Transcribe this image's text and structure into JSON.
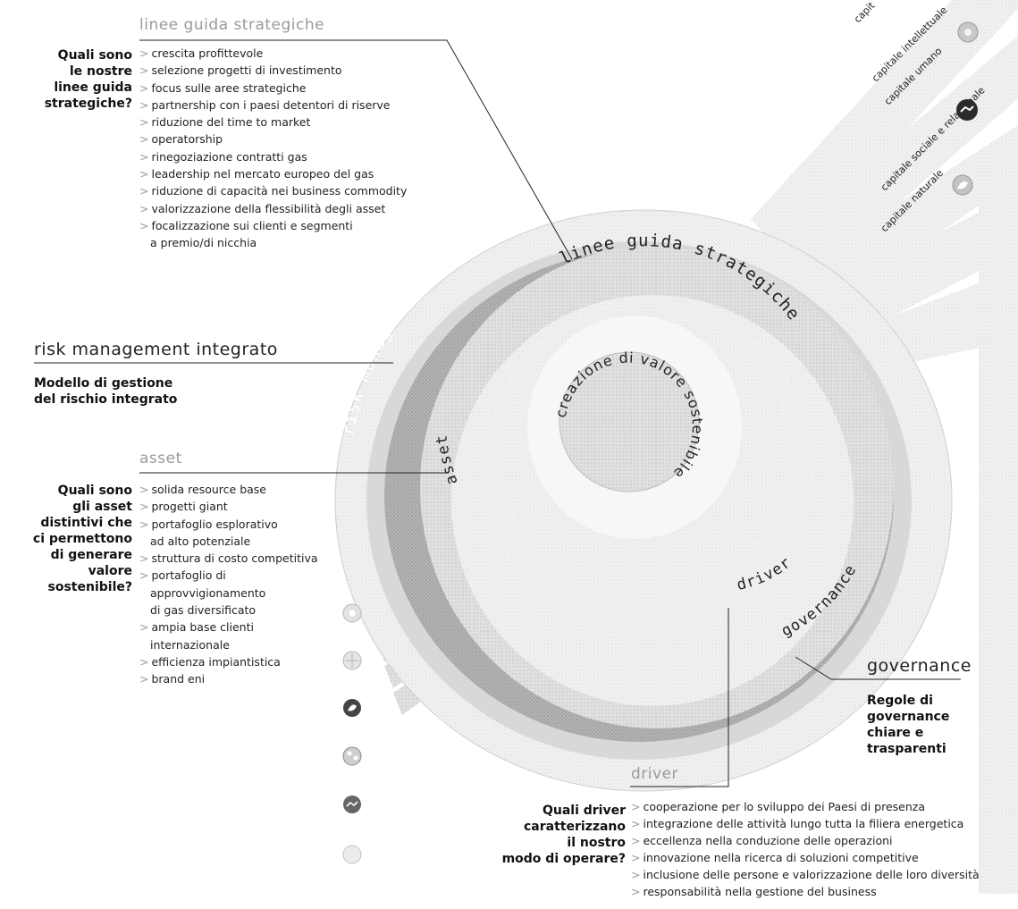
{
  "colors": {
    "ring_outer": "#d6d6d6",
    "ring_mid": "#e6e6e6",
    "ring_light": "#f1f1f1",
    "band_dark": "#a8a8a8",
    "center": "#cfcfcf",
    "text_grey": "#9a9a9a",
    "icon_dark": "#2b2b2b"
  },
  "diagram": {
    "center_label": "creazione di valore sostenibile",
    "ring_linee": "linee guida strategiche",
    "ring_risk": "risk management integrato",
    "ring_asset": "asset",
    "ring_driver": "driver",
    "ring_governance": "governance",
    "capitals": [
      {
        "label": "capitale intellettuale",
        "icon": "gear-icon"
      },
      {
        "label": "capitale umano",
        "icon": "people-icon"
      },
      {
        "label": "capitale sociale e relazionale",
        "icon": "handshake-icon"
      },
      {
        "label": "capitale naturale",
        "icon": "leaf-icon"
      }
    ],
    "capital_top_partial": "capit",
    "left_icons": [
      "gear-icon",
      "globe-icon",
      "leaf-icon",
      "people-icon",
      "handshake-icon",
      "coins-icon"
    ]
  },
  "linee_guida": {
    "title": "linee guida strategiche",
    "question": [
      "Quali sono",
      "le nostre",
      "linee guida",
      "strategiche?"
    ],
    "items": [
      "crescita profittevole",
      "selezione progetti di investimento",
      "focus sulle aree strategiche",
      "partnership con i paesi detentori di riserve",
      "riduzione del time to market",
      "operatorship",
      "rinegoziazione contratti gas",
      "leadership nel mercato europeo del gas",
      "riduzione di capacità nei business commodity",
      "valorizzazione della flessibilità degli asset",
      "focalizzazione sui clienti e segmenti",
      "a premio/di nicchia"
    ]
  },
  "risk": {
    "title": "risk management integrato",
    "desc": [
      "Modello di gestione",
      "del rischio integrato"
    ]
  },
  "asset": {
    "title": "asset",
    "question": [
      "Quali sono",
      "gli asset",
      "distintivi che",
      "ci permettono",
      "di generare",
      "valore",
      "sostenibile?"
    ],
    "items": [
      "solida resource base",
      "progetti giant",
      "portafoglio esplorativo",
      "ad alto potenziale",
      "struttura di costo competitiva",
      "portafoglio di",
      "approvvigionamento",
      "di gas diversificato",
      "ampia base clienti",
      "internazionale",
      "efficienza impiantistica",
      "brand eni"
    ]
  },
  "governance": {
    "title": "governance",
    "desc": [
      "Regole di",
      "governance",
      "chiare e",
      "trasparenti"
    ]
  },
  "driver": {
    "title": "driver",
    "question": [
      "Quali driver",
      "caratterizzano",
      "il nostro",
      "modo di operare?"
    ],
    "items": [
      "cooperazione per lo sviluppo dei Paesi di presenza",
      "integrazione delle attività lungo tutta la filiera energetica",
      "eccellenza nella conduzione delle operazioni",
      "innovazione nella ricerca di soluzioni competitive",
      "inclusione delle persone e valorizzazione delle loro diversità",
      "responsabilità nella gestione del business"
    ]
  }
}
